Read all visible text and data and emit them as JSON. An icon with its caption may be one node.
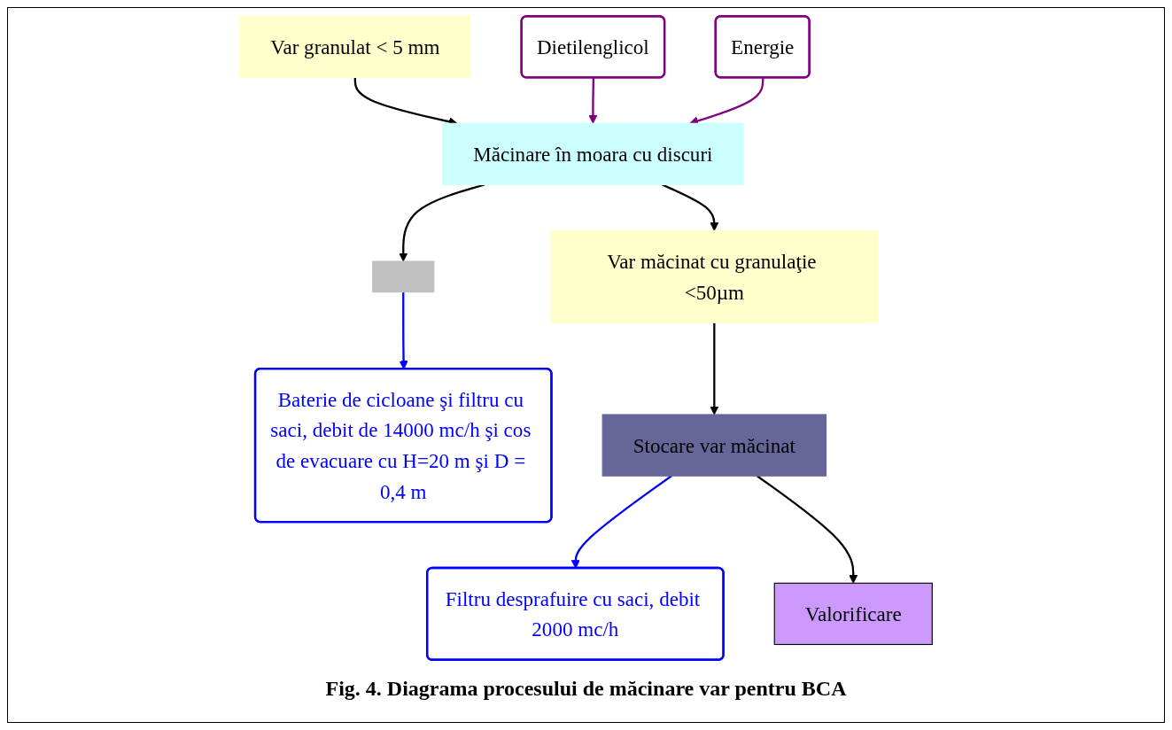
{
  "diagram": {
    "caption": "Fig. 4. Diagrama procesului de măcinare var pentru BCA",
    "nodes": [
      {
        "text": [
          "Var granulat < 5 mm"
        ]
      },
      {
        "text": [
          "Dietilenglicol"
        ]
      },
      {
        "text": [
          "Energie"
        ]
      },
      {
        "text": [
          "Măcinare în moara cu discuri"
        ]
      },
      {
        "text": [],
        "shape": "box"
      },
      {
        "text": [
          "Baterie de cicloane şi filtru cu saci, debit de 14000 mc/h şi cos de evacuare cu H=20 m şi D = 0,4 m"
        ]
      },
      {
        "text": [
          "Var măcinat cu granulaţie <50µm"
        ]
      },
      {
        "text": [
          "Stocare var măcinat"
        ]
      },
      {
        "text": [
          "Filtru desprafuire cu saci, debit 2000 mc/h"
        ]
      },
      {
        "text": [
          "Valorificare"
        ]
      }
    ],
    "edges": [
      {
        "from": 0,
        "to": 3,
        "arrow": "to"
      },
      {
        "from": 1,
        "to": 3,
        "arrow": "to",
        "color": "#800080"
      },
      {
        "from": 2,
        "to": 3,
        "arrow": "to",
        "color": "#800080"
      },
      {
        "from": 3,
        "to": 4,
        "arrow": "to"
      },
      {
        "from": 4,
        "to": 5,
        "arrow": "to",
        "color": "#0000ff"
      },
      {
        "from": 3,
        "to": 6,
        "arrow": "to"
      },
      {
        "from": 6,
        "to": 7,
        "arrow": "to"
      },
      {
        "from": 7,
        "to": 8,
        "arrow": "to",
        "color": "#0000ff"
      },
      {
        "from": 7,
        "to": 9,
        "arrow": "to"
      }
    ]
  }
}
